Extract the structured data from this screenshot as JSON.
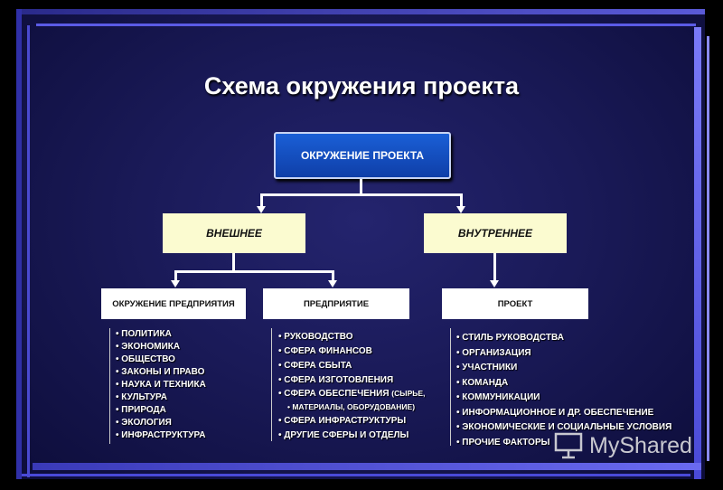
{
  "title": "Схема окружения проекта",
  "root": "ОКРУЖЕНИЕ ПРОЕКТА",
  "level2": [
    "ВНЕШНЕЕ",
    "ВНУТРЕННЕЕ"
  ],
  "level3": [
    "ОКРУЖЕНИЕ ПРЕДПРИЯТИЯ",
    "ПРЕДПРИЯТИЕ",
    "ПРОЕКТ"
  ],
  "list1": [
    "ПОЛИТИКА",
    "ЭКОНОМИКА",
    "ОБЩЕСТВО",
    "ЗАКОНЫ И ПРАВО",
    "НАУКА И ТЕХНИКА",
    "КУЛЬТУРА",
    "ПРИРОДА",
    "ЭКОЛОГИЯ",
    "ИНФРАСТРУКТУРА"
  ],
  "list2": {
    "items_a": [
      "РУКОВОДСТВО",
      "СФЕРА ФИНАНСОВ",
      "СФЕРА СБЫТА",
      "СФЕРА ИЗГОТОВЛЕНИЯ"
    ],
    "supply_main": "СФЕРА ОБЕСПЕЧЕНИЯ",
    "supply_sub1": "(СЫРЬЕ,",
    "supply_sub2": "МАТЕРИАЛЫ, ОБОРУДОВАНИЕ)",
    "items_b": [
      "СФЕРА ИНФРАСТРУКТУРЫ",
      "ДРУГИЕ СФЕРЫ И ОТДЕЛЫ"
    ]
  },
  "list3": [
    "СТИЛЬ РУКОВОДСТВА",
    "ОРГАНИЗАЦИЯ",
    "УЧАСТНИКИ",
    "КОМАНДА",
    "КОММУНИКАЦИИ",
    "ИНФОРМАЦИОННОЕ И ДР. ОБЕСПЕЧЕНИЕ",
    "ЭКОНОМИЧЕСКИЕ И СОЦИАЛЬНЫЕ УСЛОВИЯ",
    "ПРОЧИЕ ФАКТОРЫ"
  ],
  "watermark": "MyShared",
  "colors": {
    "background": "#1a1a58",
    "root_box": "#1a5fd6",
    "mid_box": "#fbfbd0",
    "accent_bar": "#6a6af0"
  }
}
